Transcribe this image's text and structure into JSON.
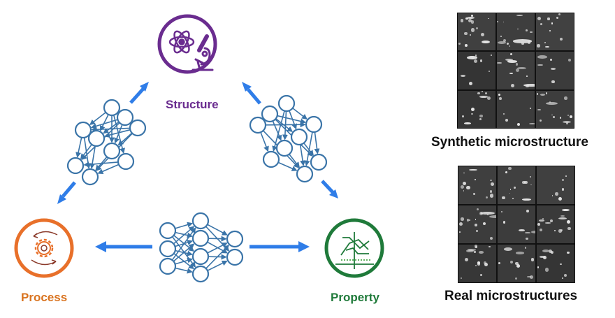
{
  "nodes": {
    "structure": {
      "label": "Structure",
      "icon": "atom-microscope-icon",
      "color": "#6a2c8f"
    },
    "process": {
      "label": "Process",
      "icon": "gear-cycle-icon",
      "color": "#e8702a"
    },
    "property": {
      "label": "Property",
      "icon": "property-chart-icon",
      "color": "#1f7a3a"
    }
  },
  "connectors": {
    "arrow_color": "#2f7de8",
    "network_color": "#3a74a8",
    "links": [
      {
        "from": "process",
        "to": "structure",
        "type": "bidirectional"
      },
      {
        "from": "structure",
        "to": "property",
        "type": "bidirectional"
      },
      {
        "from": "process",
        "to": "property",
        "type": "bidirectional"
      }
    ]
  },
  "panels": {
    "synthetic": {
      "caption": "Synthetic microstructure",
      "tiles": 9
    },
    "real": {
      "caption": "Real microstructures",
      "tiles": 9
    }
  }
}
